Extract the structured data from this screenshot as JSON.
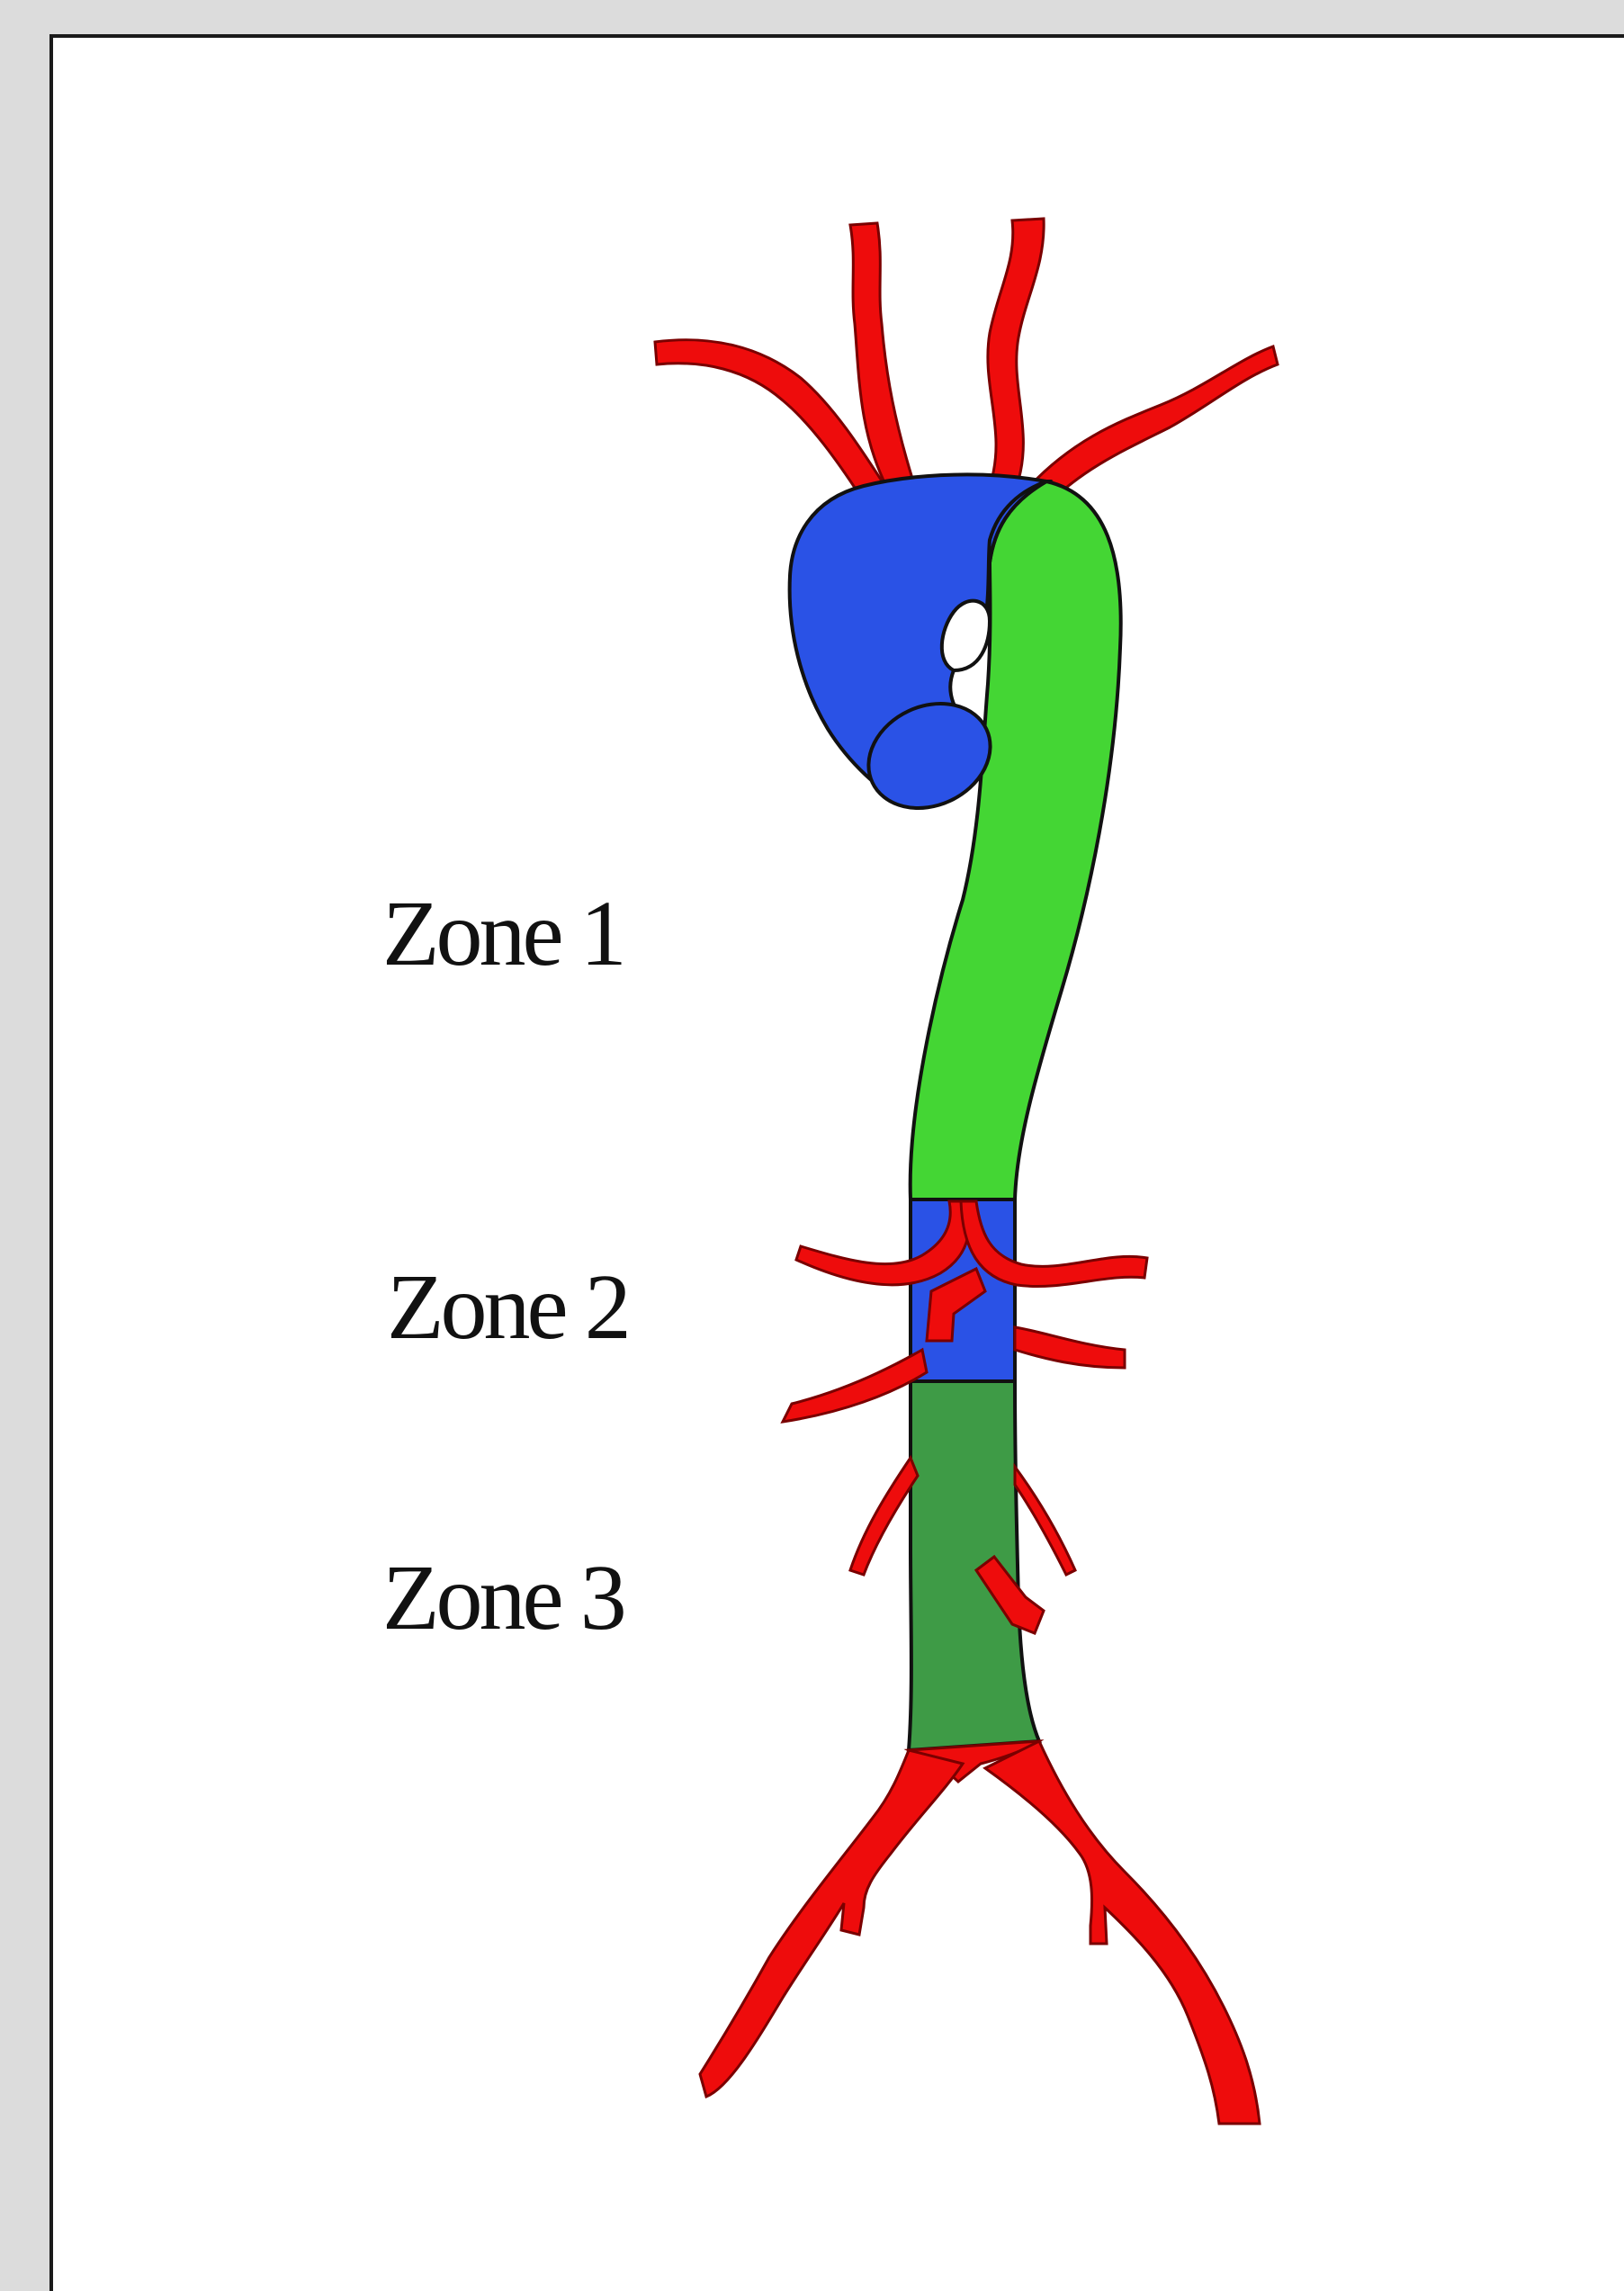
{
  "labels": {
    "zone1": "Zone 1",
    "zone2": "Zone 2",
    "zone3": "Zone 3"
  },
  "colors": {
    "arch": "#2a52e6",
    "zone1": "#44d634",
    "zone2": "#2a52e6",
    "zone3": "#3e9b46",
    "arteries": "#ee0c0c",
    "outline": "#111111",
    "background": "#ffffff",
    "margin": "#dcdcdc"
  }
}
